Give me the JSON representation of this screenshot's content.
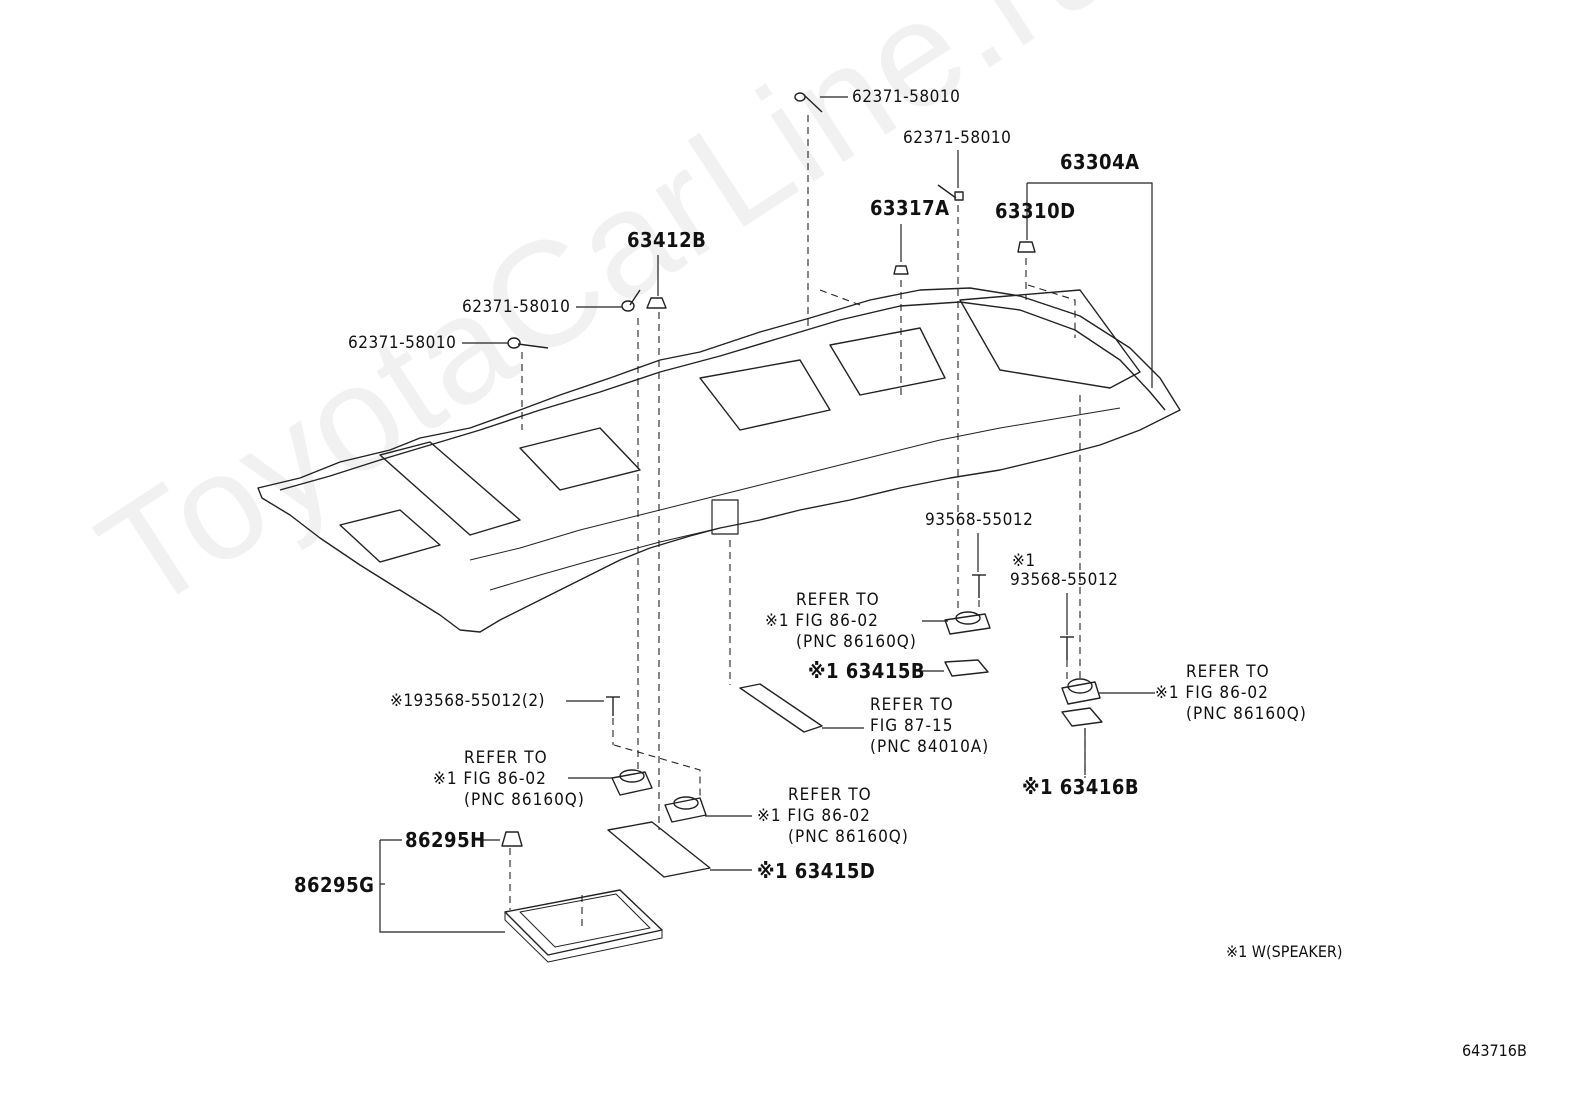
{
  "watermark": "ToyotaCarLine.ru",
  "diagram_id": "643716B",
  "footnote": "※1 W(SPEAKER)",
  "labels": {
    "p62371_top": "62371-58010",
    "p62371_mid": "62371-58010",
    "p62371_left1": "62371-58010",
    "p62371_left2": "62371-58010",
    "p63304A": "63304A",
    "p63317A": "63317A",
    "p63310D": "63310D",
    "p63412B": "63412B",
    "p93568_a": "93568-55012",
    "p93568_b_mark": "※1",
    "p93568_b": "93568-55012",
    "p93568_c": "※193568-55012(2)",
    "p63415B": "※1 63415B",
    "p63416B": "※1 63416B",
    "p63415D": "※1 63415D",
    "p86295H": "86295H",
    "p86295G": "86295G"
  },
  "refs": {
    "r1": [
      "REFER TO",
      "※1 FIG 86-02",
      "(PNC 86160Q)"
    ],
    "r2": [
      "REFER TO",
      "※1 FIG 86-02",
      "(PNC 86160Q)"
    ],
    "r3": [
      "REFER TO",
      "FIG 87-15",
      "(PNC 84010A)"
    ],
    "r4": [
      "REFER TO",
      "※1 FIG 86-02",
      "(PNC 86160Q)"
    ],
    "r5": [
      "REFER TO",
      "※1 FIG 86-02",
      "(PNC 86160Q)"
    ]
  }
}
